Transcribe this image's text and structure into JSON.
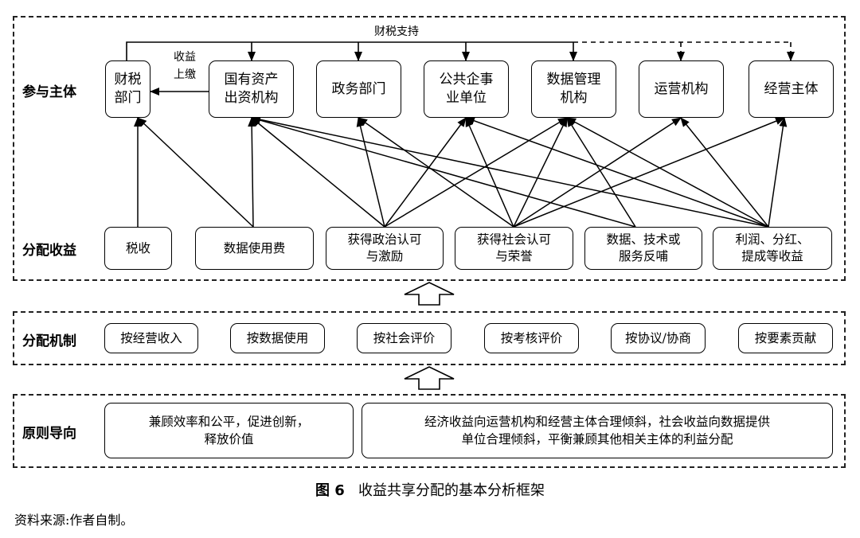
{
  "sections": {
    "participants": "参与主体",
    "benefits": "分配收益",
    "mechanism": "分配机制",
    "principle": "原则导向"
  },
  "participants": [
    {
      "id": "fiscal",
      "label": "财税\n部门"
    },
    {
      "id": "soe",
      "label": "国有资产\n出资机构"
    },
    {
      "id": "gov",
      "label": "政务部门"
    },
    {
      "id": "public",
      "label": "公共企事\n业单位"
    },
    {
      "id": "data_mgmt",
      "label": "数据管理\n机构"
    },
    {
      "id": "operator",
      "label": "运营机构"
    },
    {
      "id": "business",
      "label": "经营主体"
    }
  ],
  "benefits": [
    {
      "id": "tax",
      "label": "税收"
    },
    {
      "id": "fee",
      "label": "数据使用费"
    },
    {
      "id": "political",
      "label": "获得政治认可\n与激励"
    },
    {
      "id": "social",
      "label": "获得社会认可\n与荣誉"
    },
    {
      "id": "feedback",
      "label": "数据、技术或\n服务反哺"
    },
    {
      "id": "profit",
      "label": "利润、分红、\n提成等收益"
    }
  ],
  "mechanisms": [
    "按经营收入",
    "按数据使用",
    "按社会评价",
    "按考核评价",
    "按协议/协商",
    "按要素贡献"
  ],
  "principles": [
    "兼顾效率和公平，促进创新，\n释放价值",
    "经济收益向运营机构和经营主体合理倾斜，社会收益向数据提供\n单位合理倾斜，平衡兼顾其他相关主体的利益分配"
  ],
  "flow_labels": {
    "fiscal_support": "财税支持",
    "revenue_upload": "收益\n上缴"
  },
  "caption": {
    "figure_no": "图 6",
    "title": "收益共享分配的基本分析框架"
  },
  "source": "资料来源:作者自制。"
}
